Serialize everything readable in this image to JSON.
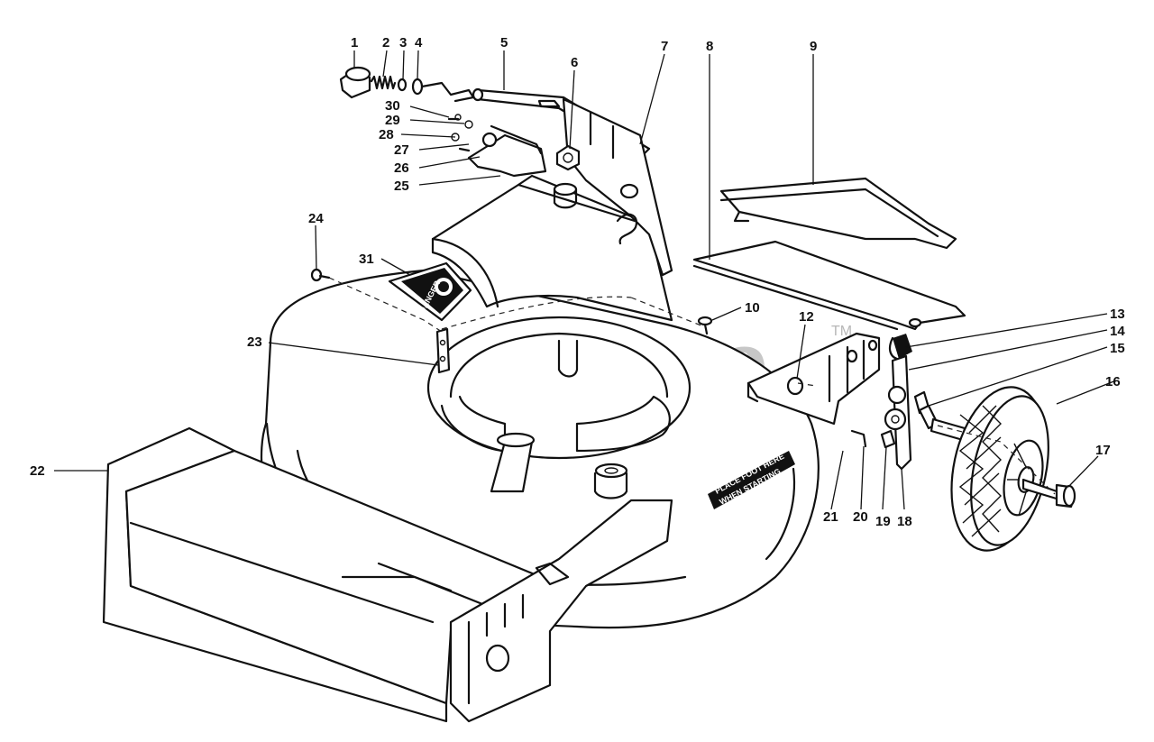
{
  "watermark": {
    "text": "PartsTree",
    "trademark": "TM"
  },
  "decals": {
    "warning_label": "DANGER",
    "housing_label_line1": "PLACE FOOT HERE",
    "housing_label_line2": "WHEN STARTING"
  },
  "callouts": [
    {
      "id": "c1",
      "label": "1"
    },
    {
      "id": "c2",
      "label": "2"
    },
    {
      "id": "c3",
      "label": "3"
    },
    {
      "id": "c4",
      "label": "4"
    },
    {
      "id": "c5",
      "label": "5"
    },
    {
      "id": "c6",
      "label": "6"
    },
    {
      "id": "c7",
      "label": "7"
    },
    {
      "id": "c8",
      "label": "8"
    },
    {
      "id": "c9",
      "label": "9"
    },
    {
      "id": "c10",
      "label": "10"
    },
    {
      "id": "c12",
      "label": "12"
    },
    {
      "id": "c13",
      "label": "13"
    },
    {
      "id": "c14",
      "label": "14"
    },
    {
      "id": "c15",
      "label": "15"
    },
    {
      "id": "c16",
      "label": "16"
    },
    {
      "id": "c17",
      "label": "17"
    },
    {
      "id": "c18",
      "label": "18"
    },
    {
      "id": "c19",
      "label": "19"
    },
    {
      "id": "c20",
      "label": "20"
    },
    {
      "id": "c21",
      "label": "21"
    },
    {
      "id": "c22",
      "label": "22"
    },
    {
      "id": "c23",
      "label": "23"
    },
    {
      "id": "c24",
      "label": "24"
    },
    {
      "id": "c25",
      "label": "25"
    },
    {
      "id": "c26",
      "label": "26"
    },
    {
      "id": "c27",
      "label": "27"
    },
    {
      "id": "c28",
      "label": "28"
    },
    {
      "id": "c29",
      "label": "29"
    },
    {
      "id": "c30",
      "label": "30"
    },
    {
      "id": "c31",
      "label": "31"
    }
  ]
}
